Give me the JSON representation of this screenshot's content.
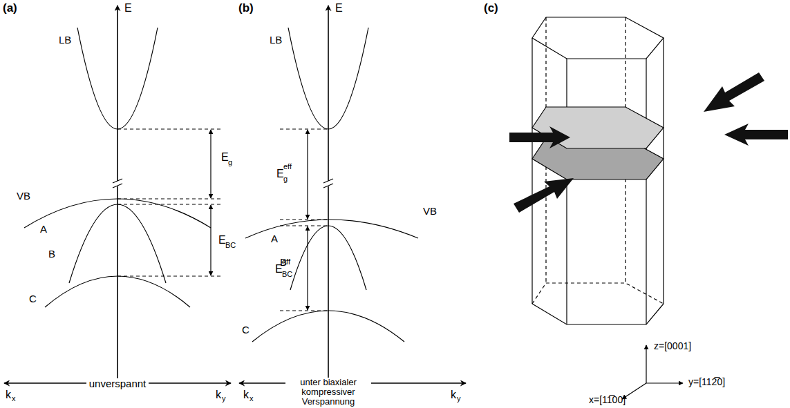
{
  "diagram": {
    "labels": [
      "(a)",
      "E",
      "LB",
      "E",
      "g",
      "VB",
      "A",
      "B",
      "E",
      "BC",
      "C",
      "k",
      "x",
      "unverspannt",
      "k",
      "y",
      "(b)",
      "E",
      "LB",
      "E",
      "g",
      "eff",
      "VB",
      "A",
      "B",
      "E",
      "BC",
      "eff",
      "C",
      "k",
      "x",
      "unter biaxialer kompressiver Verspannung",
      "k",
      "y",
      "(c)",
      "z=[0001]",
      "y=[112̅0]",
      "x=[11̅00]"
    ]
  }
}
